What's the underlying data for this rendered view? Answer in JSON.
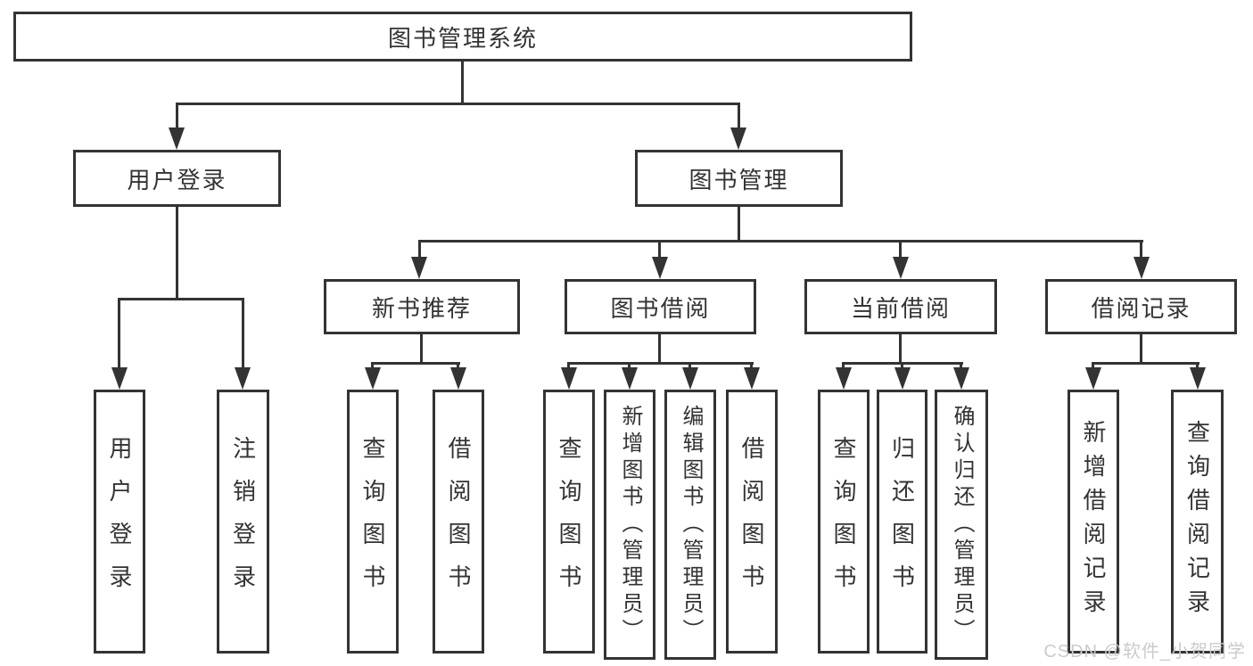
{
  "diagram_title": "图书管理系统",
  "colors": {
    "line": "#333333",
    "text": "#333333",
    "box_fill": "#ffffff",
    "background": "#ffffff",
    "watermark": "#cbcbcb"
  },
  "watermark": {
    "text": "CSDN @软件_小贺同学"
  },
  "tree": {
    "label": "图书管理系统",
    "children": [
      {
        "label": "用户登录",
        "children": [
          {
            "label": "用户登录"
          },
          {
            "label": "注销登录"
          }
        ]
      },
      {
        "label": "图书管理",
        "children": [
          {
            "label": "新书推荐",
            "children": [
              {
                "label": "查询图书"
              },
              {
                "label": "借阅图书"
              }
            ]
          },
          {
            "label": "图书借阅",
            "children": [
              {
                "label": "查询图书"
              },
              {
                "label": "新增图书（管理员）"
              },
              {
                "label": "编辑图书（管理员）"
              },
              {
                "label": "借阅图书"
              }
            ]
          },
          {
            "label": "当前借阅",
            "children": [
              {
                "label": "查询图书"
              },
              {
                "label": "归还图书"
              },
              {
                "label": "确认归还（管理员）"
              }
            ]
          },
          {
            "label": "借阅记录",
            "children": [
              {
                "label": "新增借阅记录"
              },
              {
                "label": "查询借阅记录"
              }
            ]
          }
        ]
      }
    ]
  }
}
